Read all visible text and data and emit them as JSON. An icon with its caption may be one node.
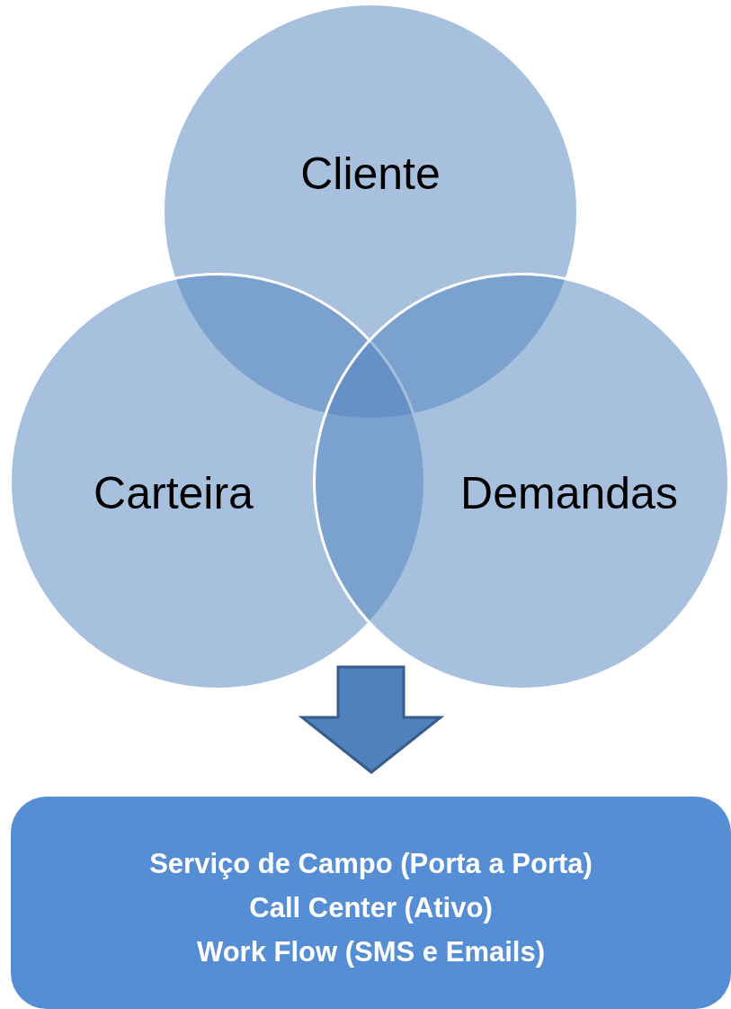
{
  "diagram": {
    "nodes": [
      {
        "text": [
          "Cliente"
        ]
      },
      {
        "text": [
          "Carteira"
        ]
      },
      {
        "text": [
          "Demandas"
        ]
      },
      {
        "text": [
          "Serviço de Campo (Porta a Porta)",
          "Call Center (Ativo)",
          "Work Flow (SMS e Emails)"
        ]
      }
    ],
    "edges": [
      {
        "from": null,
        "to": 3,
        "arrow": "to"
      }
    ]
  }
}
